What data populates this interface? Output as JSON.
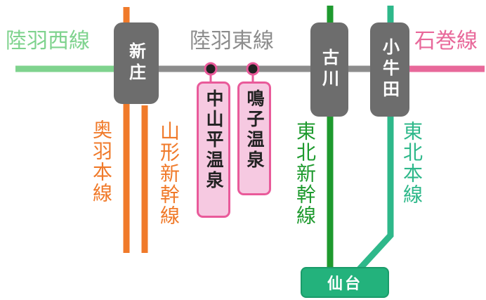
{
  "colors": {
    "rikuu_west": "#7fd38e",
    "rikuu_east": "#8c8c8c",
    "ishinomaki": "#e8689a",
    "ou_main": "#f07a2a",
    "yamagata_shinkansen": "#f07a2a",
    "tohoku_shinkansen": "#1e9a2e",
    "tohoku_main": "#2eb88a",
    "station_box": "#6d6d6d",
    "onsen_fill": "#f6c9e1",
    "onsen_border": "#e95a9a",
    "sendai": "#23b27c"
  },
  "lines": {
    "rikuu_west": "陸羽西線",
    "rikuu_east": "陸羽東線",
    "ishinomaki": "石巻線",
    "ou_main": "奥羽本線",
    "yamagata_shinkansen": "山形新幹線",
    "tohoku_shinkansen": "東北新幹線",
    "tohoku_main": "東北本線"
  },
  "stations": {
    "shinjo": "新庄",
    "furukawa": "古川",
    "kogota": "小牛田",
    "nakayamadaira": "中山平温泉",
    "naruko": "鳴子温泉",
    "sendai": "仙台"
  }
}
